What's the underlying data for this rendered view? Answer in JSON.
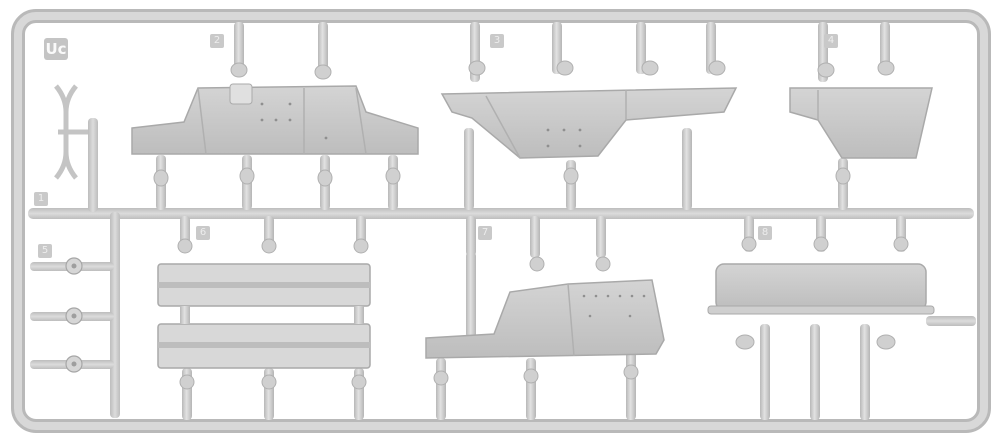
{
  "sprue": {
    "id_label": "Uc",
    "part_numbers": {
      "p1": "1",
      "p2": "2",
      "p3": "3",
      "p4": "4",
      "p5": "5",
      "p6": "6",
      "p7": "7",
      "p8": "8"
    },
    "colors": {
      "background": "#ffffff",
      "frame": "#cfcfcf",
      "frame_edge": "#b4b4b4",
      "part_face": "#c5c5c5",
      "part_shadow": "#b3b3b3",
      "part_light": "#dedede"
    }
  }
}
